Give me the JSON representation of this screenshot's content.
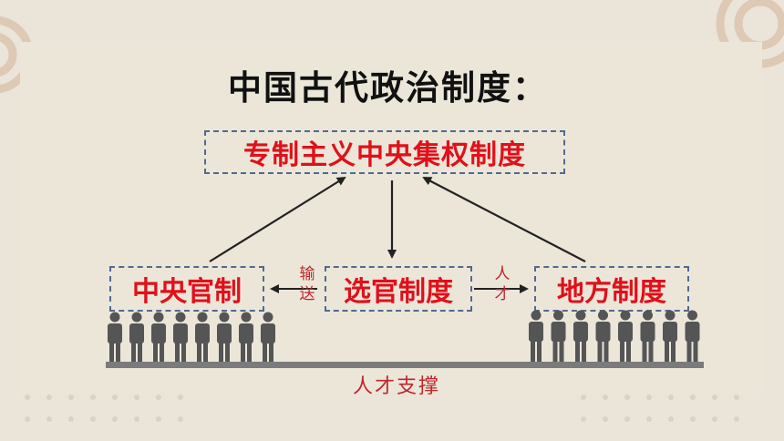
{
  "title": "中国古代政治制度：",
  "nodes": {
    "top": "专制主义中央集权制度",
    "left": "中央官制",
    "middle": "选官制度",
    "right": "地方制度"
  },
  "edge_labels": {
    "left": [
      "输",
      "送"
    ],
    "right": [
      "人",
      "才"
    ]
  },
  "support_label": "人才支撑",
  "colors": {
    "background": "#ebe4d8",
    "node_text": "#e0101a",
    "dashed_border": "#4f6b8f",
    "label_text": "#c0262d",
    "figures": "#555555"
  },
  "icons": [
    "people-group-icon",
    "people-group-icon"
  ]
}
